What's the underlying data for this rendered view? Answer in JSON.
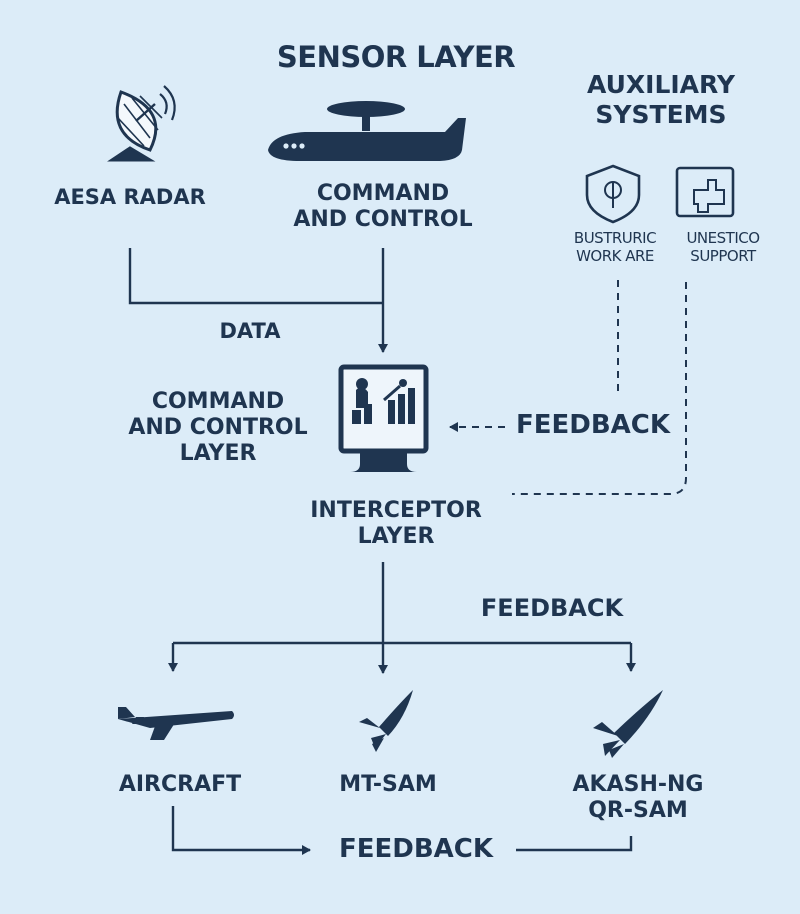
{
  "sensor_layer_title": "SENSOR LAYER",
  "auxiliary": {
    "title_lines": [
      "AUXILIARY",
      "SYSTEMS"
    ],
    "item1_lines": [
      "BUSTRURIC",
      "WORK ARE"
    ],
    "item2_lines": [
      "UNESTICO",
      "SUPPORT"
    ]
  },
  "aesa_radar": "AESA RADAR",
  "command_control": [
    "COMMAND",
    "AND CONTROL"
  ],
  "data_label": "DATA",
  "c2_layer": [
    "COMMAND",
    "AND CONTROL",
    "LAYER"
  ],
  "feedback_right": "FEEDBACK",
  "interceptor_layer": [
    "INTERCEPTOR",
    "LAYER"
  ],
  "feedback_mid": "FEEDBACK",
  "aircraft": "AIRCRAFT",
  "mt_sam": "MT-SAM",
  "akash": [
    "AKASH-NG",
    "QR-SAM"
  ],
  "feedback_bottom": "FEEDBACK",
  "colors": {
    "background": "#dcecf8",
    "primary": "#1f3550",
    "screen": "#eef5fb"
  }
}
